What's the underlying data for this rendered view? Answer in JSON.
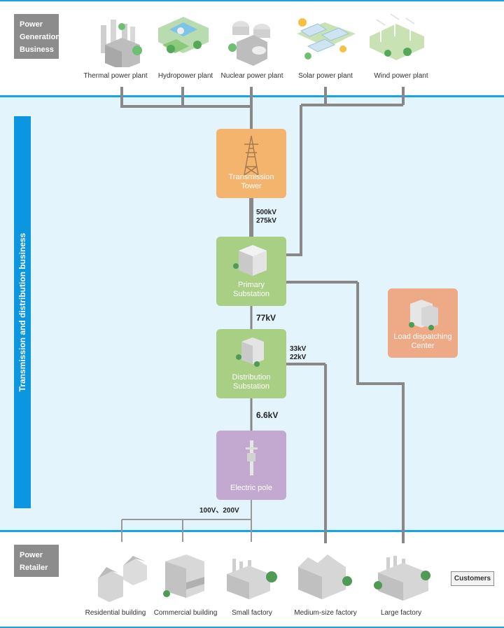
{
  "sections": {
    "generation": "Power\nGeneration\nBusiness",
    "transmission": "Transmission and distribution business",
    "retailer": "Power\nRetailer"
  },
  "plants": [
    {
      "label": "Thermal power plant",
      "icon": "thermal-plant-icon"
    },
    {
      "label": "Hydropower plant",
      "icon": "hydro-plant-icon"
    },
    {
      "label": "Nuclear power plant",
      "icon": "nuclear-plant-icon"
    },
    {
      "label": "Solar power plant",
      "icon": "solar-plant-icon"
    },
    {
      "label": "Wind power plant",
      "icon": "wind-plant-icon"
    }
  ],
  "nodes": {
    "tower": "Transmission\nTower",
    "primary": "Primary\nSubstation",
    "distribution": "Distribution\nSubstation",
    "pole": "Electric pole",
    "dispatch": "Load dispatching\nCenter"
  },
  "voltages": {
    "high": "500kV\n275kV",
    "mid": "77kV",
    "sub": "33kV\n22kV",
    "low": "6.6kV",
    "home": "100V、200V"
  },
  "customers": [
    {
      "label": "Residential building",
      "icon": "residential-building-icon"
    },
    {
      "label": "Commercial building",
      "icon": "commercial-building-icon"
    },
    {
      "label": "Small factory",
      "icon": "small-factory-icon"
    },
    {
      "label": "Medium-size factory",
      "icon": "medium-factory-icon"
    },
    {
      "label": "Large factory",
      "icon": "large-factory-icon"
    }
  ],
  "customers_tag": "Customers",
  "colors": {
    "accent_blue": "#1aa3e4",
    "tower": "#f5b46e",
    "substation": "#a9cf85",
    "pole": "#c3a8cf",
    "dispatch": "#eea987",
    "wire": "#888888"
  }
}
